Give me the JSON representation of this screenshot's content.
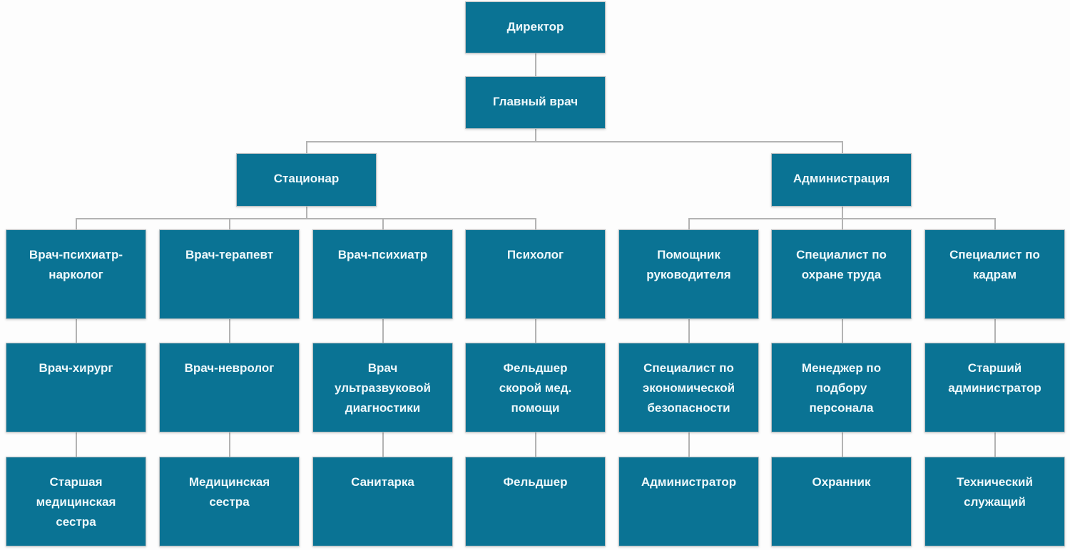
{
  "colors": {
    "node_fill": "#0a7394",
    "node_text": "#eef8fb",
    "connector": "#b3b3b3",
    "background": "#fdfdfd",
    "node_border": "#b8bfc2"
  },
  "org": {
    "director": "Директор",
    "chief_physician": "Главный врач",
    "branches": {
      "inpatient": "Стационар",
      "administration": "Администрация"
    },
    "columns": [
      {
        "row4": "Врач-психиатр-нарколог",
        "row5": "Врач-хирург",
        "row6": "Старшая медицинская сестра"
      },
      {
        "row4": "Врач-терапевт",
        "row5": "Врач-невролог",
        "row6": "Медицинская сестра"
      },
      {
        "row4": "Врач-психиатр",
        "row5": "Врач ультразвуковой диагностики",
        "row6": "Санитарка"
      },
      {
        "row4": "Психолог",
        "row5": "Фельдшер скорой мед. помощи",
        "row6": "Фельдшер"
      },
      {
        "row4": "Помощник руководителя",
        "row5": "Специалист по экономической безопасности",
        "row6": "Администратор"
      },
      {
        "row4": "Специалист по охране труда",
        "row5": "Менеджер по подбору персонала",
        "row6": "Охранник"
      },
      {
        "row4": "Специалист по кадрам",
        "row5": "Старший администратор",
        "row6": "Технический служащий"
      }
    ]
  }
}
